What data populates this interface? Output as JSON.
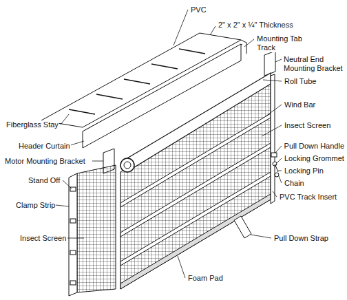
{
  "diagram": {
    "labels": [
      "PVC",
      "2\" x 2\" x ¼\" Thickness",
      "Mounting Tab Track",
      "Neutral End Mounting Bracket",
      "Roll Tube",
      "Wind Bar",
      "Insect Screen",
      "Pull Down Handle",
      "Locking Grommet",
      "Locking Pin",
      "Chain",
      "PVC Track Insert",
      "Pull Down Strap",
      "Foam Pad",
      "Insect Screen",
      "Clamp Strip",
      "Stand Off",
      "Motor Mounting Bracket",
      "Header Curtain",
      "Fiberglass Stay"
    ]
  }
}
